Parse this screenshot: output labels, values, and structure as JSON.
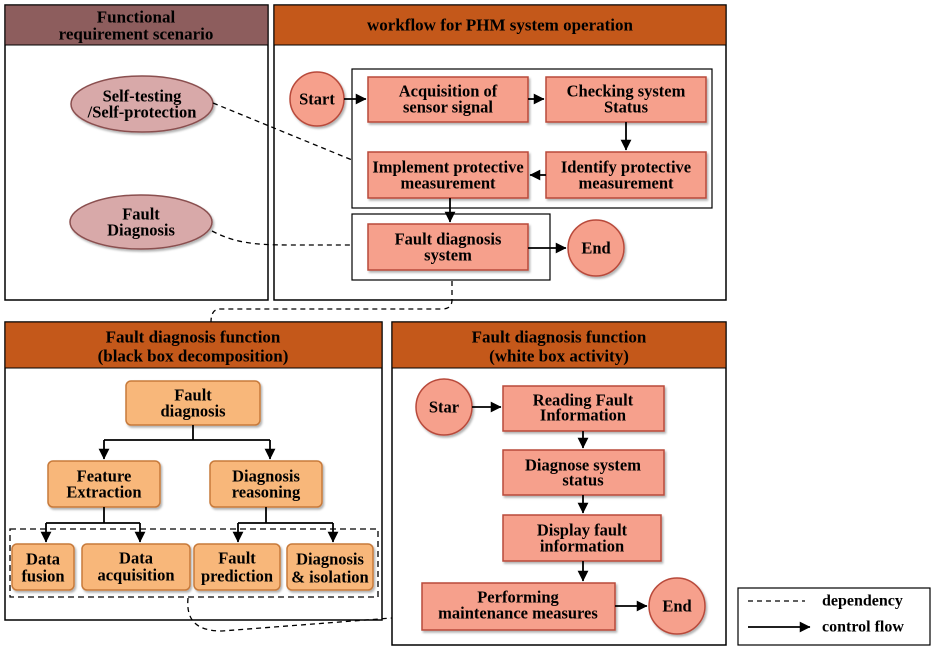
{
  "colors": {
    "header_orange": "#c4581a",
    "header_maroon": "#8d5d5d",
    "salmon": "#f6a08c",
    "salmon_stroke": "#b84a3a",
    "light_orange": "#f8b77a",
    "light_orange_stroke": "#c77a3a",
    "ellipse": "#d8a9a9",
    "ellipse_stroke": "#8a4f4f"
  },
  "scenario_panel": {
    "title": [
      "Functional",
      "requirement scenario"
    ],
    "self_testing": [
      "Self-testing",
      "/Self-protection"
    ],
    "fault_diagnosis": [
      "Fault",
      "Diagnosis"
    ]
  },
  "workflow_panel": {
    "title": "workflow for PHM system operation",
    "start": "Start",
    "acquisition": [
      "Acquisition of",
      "sensor signal"
    ],
    "checking": [
      "Checking system",
      "Status"
    ],
    "identify": [
      "Identify protective",
      "measurement"
    ],
    "implement": [
      "Implement protective",
      "measurement"
    ],
    "fault_diagnosis_system": [
      "Fault diagnosis",
      "system"
    ],
    "end": "End"
  },
  "black_box_panel": {
    "title": [
      "Fault diagnosis function",
      "(black box decomposition)"
    ],
    "fault_diagnosis": [
      "Fault",
      "diagnosis"
    ],
    "feature_extraction": [
      "Feature",
      "Extraction"
    ],
    "diagnosis_reasoning": [
      "Diagnosis",
      "reasoning"
    ],
    "data_fusion": [
      "Data",
      "fusion"
    ],
    "data_acquisition": [
      "Data",
      "acquisition"
    ],
    "fault_prediction": [
      "Fault",
      "prediction"
    ],
    "diagnosis_isolation": [
      "Diagnosis",
      "& isolation"
    ]
  },
  "white_box_panel": {
    "title": [
      "Fault diagnosis function",
      "(white box activity)"
    ],
    "start": "Star",
    "reading": [
      "Reading Fault",
      "Information"
    ],
    "diagnose": [
      "Diagnose system",
      "status"
    ],
    "display": [
      "Display fault",
      "information"
    ],
    "performing": [
      "Performing",
      "maintenance measures"
    ],
    "end": "End"
  },
  "legend": {
    "dependency": "dependency",
    "control_flow": "control flow"
  }
}
